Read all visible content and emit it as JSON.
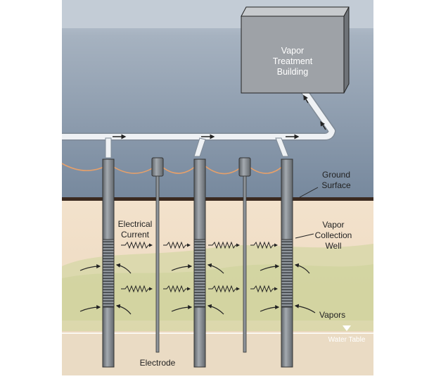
{
  "building": {
    "label_lines": [
      "Vapor",
      "Treatment",
      "Building"
    ]
  },
  "labels": {
    "ground_surface": [
      "Ground",
      "Surface"
    ],
    "electrical_current": [
      "Electrical",
      "Current"
    ],
    "vapor_collection_well": [
      "Vapor",
      "Collection",
      "Well"
    ],
    "vapors": "Vapors",
    "water_table": "Water Table",
    "electrode": "Electrode"
  },
  "colors": {
    "sky_top": "#c7d0da",
    "sky_bottom": "#7c8ea3",
    "soil": "#efdcc4",
    "soil_green": "#d3d6a2",
    "well": "#8e949a",
    "well_dark": "#4a4e52",
    "building": "#9a9ea3",
    "pipe": "#e9edf1",
    "ground_line": "#3b2a20",
    "power_line": "#e6a06a"
  }
}
